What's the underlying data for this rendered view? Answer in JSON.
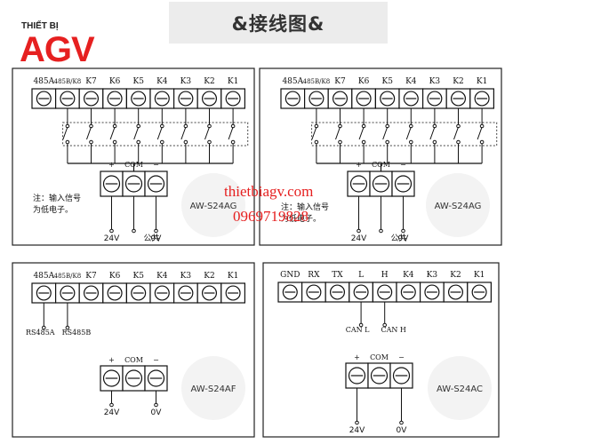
{
  "banner": {
    "title": "&接线图&"
  },
  "brand": {
    "top": "THIẾT BỊ",
    "logo": "AGV",
    "color": "#e62020"
  },
  "watermark": {
    "site": "thietbiagv.com",
    "phone": "0969719828"
  },
  "panels": [
    {
      "terminals": [
        "485A",
        "485B/K8",
        "K7",
        "K6",
        "K5",
        "K4",
        "K3",
        "K2",
        "K1"
      ],
      "power_labels": [
        "+",
        "COM",
        "−"
      ],
      "wire_labels": [
        "24V",
        "公共",
        "0V"
      ],
      "note": [
        "注：输入信号",
        "为低电子。"
      ],
      "model": "AW-S24AG"
    },
    {
      "terminals": [
        "485A",
        "485B/K8",
        "K7",
        "K6",
        "K5",
        "K4",
        "K3",
        "K2",
        "K1"
      ],
      "power_labels": [
        "+",
        "COM",
        "−"
      ],
      "wire_labels": [
        "24V",
        "公共",
        "0V"
      ],
      "note": [
        "注：输入信号",
        "为低电子。"
      ],
      "model": "AW-S24AG"
    },
    {
      "terminals": [
        "485A",
        "485B/K8",
        "K7",
        "K6",
        "K5",
        "K4",
        "K3",
        "K2",
        "K1"
      ],
      "bus_labels": [
        "RS485A",
        "RS485B"
      ],
      "power_labels": [
        "+",
        "COM",
        "−"
      ],
      "wire_labels": [
        "24V",
        "0V"
      ],
      "model": "AW-S24AF"
    },
    {
      "terminals": [
        "GND",
        "RX",
        "TX",
        "L",
        "H",
        "K4",
        "K3",
        "K2",
        "K1"
      ],
      "bus_labels": [
        "CAN L",
        "CAN H"
      ],
      "power_labels": [
        "+",
        "COM",
        "−"
      ],
      "wire_labels": [
        "24V",
        "0V"
      ],
      "model": "AW-S24AC"
    }
  ]
}
